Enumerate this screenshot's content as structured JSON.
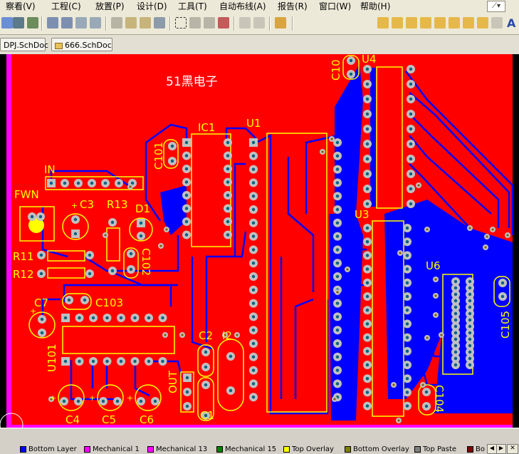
{
  "menu": [
    "察看(V)",
    "工程(C)",
    "放置(P)",
    "设计(D)",
    "工具(T)",
    "自动布线(A)",
    "报告(R)",
    "窗口(W)",
    "帮助(H)"
  ],
  "tabs": [
    "DPJ.SchDoc",
    "666.SchDoc"
  ],
  "board": {
    "title": "51黑电子",
    "labels": [
      "IN",
      "FWN",
      "C3",
      "R13",
      "D1",
      "R11",
      "R12",
      "C102",
      "C101",
      "IC1",
      "U1",
      "C10",
      "U4",
      "U3",
      "U6",
      "C105",
      "C7",
      "C103",
      "U101",
      "C2",
      "I2",
      "C1",
      "OUT",
      "C4",
      "C5",
      "C6",
      "C104"
    ]
  },
  "layers": [
    "Bottom Layer",
    "Mechanical 1",
    "Mechanical 13",
    "Mechanical 15",
    "Top Overlay",
    "Bottom Overlay",
    "Top Paste",
    "Bo"
  ],
  "colors": {
    "board": "#ff0000",
    "bottom_copper": "#0000ff",
    "overlay": "#ffff00",
    "mechanical": "#ff00ff"
  }
}
